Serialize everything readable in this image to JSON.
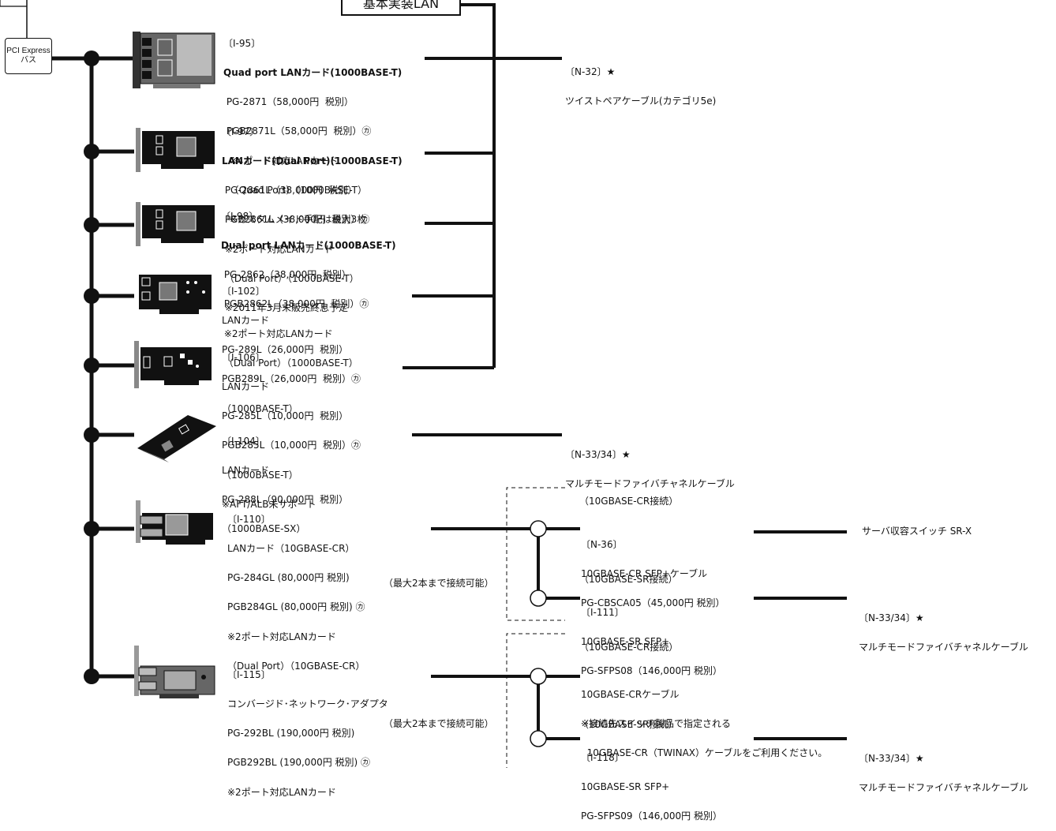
{
  "header": {
    "lan_box": "基本実装LAN",
    "bus_line1": "PCI Express",
    "bus_line2": "バス"
  },
  "cards": [
    {
      "id": "i95",
      "icon": "quad-port-lan-card-icon",
      "lines": [
        "〔I-95〕",
        "Quad port LANカード(1000BASE-T)",
        " PG-2871（58,000円  税別）",
        " PGB2871L（58,000円  税別）㋕",
        "  ※4ポート対応LANカード",
        "  （Quad Port）（1000BASE-T）",
        "  ※カスタムメイド手配は最大3枚"
      ]
    },
    {
      "id": "i97",
      "icon": "dual-port-lan-card-icon",
      "lines": [
        "〔I-97〕",
        "LANカード(Dual Port)(1000BASE-T)",
        " PG-2861L（38,000円  税別）",
        " PGB2861L（38,000円  税別）㋕",
        " ※2ポート対応LANカード",
        " （Dual Port）（1000BASE-T）",
        " ※2011年3月末販売終息予定"
      ]
    },
    {
      "id": "i98",
      "icon": "dual-port-lan-card-icon",
      "lines": [
        "〔I-98〕",
        "Dual port LANカード(1000BASE-T)",
        " PG-2862（38,000円  税別）",
        " PGB2862L（38,000円  税別）㋕",
        " ※2ポート対応LANカード",
        " （Dual Port）（1000BASE-T）"
      ]
    },
    {
      "id": "i102",
      "icon": "lan-card-icon",
      "lines": [
        "〔I-102〕",
        "LANカード",
        "PG-289L（26,000円  税別）",
        "PGB289L（26,000円  税別）㋕",
        "（1000BASE-T）"
      ]
    },
    {
      "id": "i106",
      "icon": "lan-card-icon",
      "lines": [
        "〔I-106〕",
        "LANカード",
        "PG-285L（10,000円  税別）",
        "PGB285L（10,000円  税別）㋕",
        "（1000BASE-T）",
        "※AFT/ALB未サポート"
      ]
    },
    {
      "id": "i104",
      "icon": "fiber-lan-card-icon",
      "lines": [
        "〔I-104〕",
        "LANカード",
        "PG-288L（90,000円  税別）",
        "（1000BASE-SX）"
      ]
    },
    {
      "id": "i110",
      "icon": "10g-lan-card-icon",
      "lines": [
        "〔I-110〕",
        "LANカード（10GBASE-CR）",
        "PG-284GL (80,000円 税別)",
        "PGB284GL (80,000円 税別) ㋕",
        "※2ポート対応LANカード",
        "（Dual Port）（10GBASE-CR）"
      ]
    },
    {
      "id": "i115",
      "icon": "converged-network-adapter-icon",
      "lines": [
        "〔I-115〕",
        "コンバージド･ネットワーク･アダプタ",
        "PG-292BL (190,000円 税別)",
        "PGB292BL (190,000円 税別) ㋕",
        "※2ポート対応LANカード"
      ]
    }
  ],
  "cables": {
    "n32": [
      "〔N-32〕★",
      "ツイストペアケーブル(カテゴリ5e)"
    ],
    "n33_top": [
      "〔N-33/34〕★",
      "マルチモードファイバチャネルケーブル"
    ],
    "n33_mid": [
      "〔N-33/34〕★",
      "マルチモードファイバチャネルケーブル"
    ],
    "n33_bot": [
      "〔N-33/34〕★",
      "マルチモードファイバチャネルケーブル"
    ],
    "switch_label": "サーバ収容スイッチ SR-X"
  },
  "group1": {
    "cr_header": "（10GBASE-CR接続）",
    "cr_text": [
      "〔N-36〕",
      "10GBASE-CR SFP+ケーブル",
      "PG-CBSCA05（45,000円 税別）"
    ],
    "sr_header": "（10GBASE-SR接続）",
    "sr_text": [
      "〔I-111〕",
      "10GBASE-SR SFP+",
      "PG-SFPS08（146,000円 税別）"
    ],
    "max_note": "（最大2本まで接続可能）"
  },
  "group2": {
    "cr_header": "（10GBASE-CR接続）",
    "cr_text": [
      "10GBASE-CRケーブル",
      "※接続先スイッチ製品で指定される",
      "  10GBASE-CR（TWINAX）ケーブルをご利用ください。"
    ],
    "sr_header": "（10GBASE-SR接続）",
    "sr_text": [
      "〔I-118〕",
      "10GBASE-SR SFP+",
      "PG-SFPS09（146,000円 税別）"
    ],
    "max_note": "（最大2本まで接続可能）"
  }
}
